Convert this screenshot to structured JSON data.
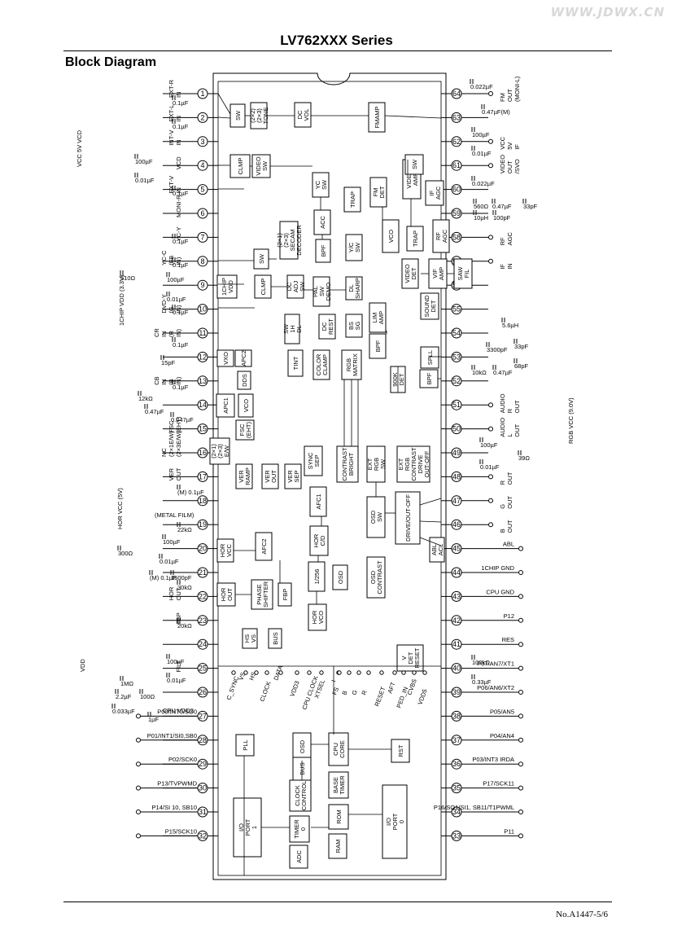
{
  "header": {
    "watermark": "WWW.JDWX.CN",
    "title": "LV762XXX Series",
    "subtitle": "Block Diagram"
  },
  "footer": {
    "page_ref": "No.A1447-5/6"
  },
  "left_pins": [
    {
      "num": "1",
      "label": "EXT-R IN"
    },
    {
      "num": "2",
      "label": "EXT-L IN"
    },
    {
      "num": "3",
      "label": "INT-V IN"
    },
    {
      "num": "4",
      "label": "VCD"
    },
    {
      "num": "5",
      "label": "EXT-V IN"
    },
    {
      "num": "6",
      "label": "MONI-R"
    },
    {
      "num": "7",
      "label": "YC-Y"
    },
    {
      "num": "8",
      "label": "YC-C (FB IN)"
    },
    {
      "num": "9",
      "label": ""
    },
    {
      "num": "10",
      "label": "DVD-Y (G IN)"
    },
    {
      "num": "11",
      "label": "CR IN (R IN)"
    },
    {
      "num": "12",
      "label": ""
    },
    {
      "num": "13",
      "label": "CB IN (B IN)"
    },
    {
      "num": "14",
      "label": ""
    },
    {
      "num": "15",
      "label": "FSC (EHT)"
    },
    {
      "num": "16",
      "label": "NC (2×1E/W) (2×3E/W)"
    },
    {
      "num": "17",
      "label": "VER OUT"
    },
    {
      "num": "18",
      "label": ""
    },
    {
      "num": "19",
      "label": ""
    },
    {
      "num": "20",
      "label": ""
    },
    {
      "num": "21",
      "label": ""
    },
    {
      "num": "22",
      "label": "HOR OUT"
    },
    {
      "num": "23",
      "label": "FBP"
    },
    {
      "num": "24",
      "label": ""
    },
    {
      "num": "25",
      "label": "FILT"
    },
    {
      "num": "26",
      "label": ""
    },
    {
      "num": "27",
      "label": "P00/INT0/SO0"
    },
    {
      "num": "28",
      "label": "P01/INT1/SI0,SB0"
    },
    {
      "num": "29",
      "label": "P02/SCK0"
    },
    {
      "num": "30",
      "label": "P13/TVPWMD"
    },
    {
      "num": "31",
      "label": "P14/SI 10, SB10"
    },
    {
      "num": "32",
      "label": "P15/SCK10"
    }
  ],
  "right_pins": [
    {
      "num": "64",
      "label": "FM OUT (MONI-L)"
    },
    {
      "num": "63",
      "label": ""
    },
    {
      "num": "62",
      "label": "VCC 5V IF"
    },
    {
      "num": "61",
      "label": "VIDEO OUT /SVO"
    },
    {
      "num": "60",
      "label": ""
    },
    {
      "num": "59",
      "label": ""
    },
    {
      "num": "58",
      "label": "RF AGC"
    },
    {
      "num": "57",
      "label": "IF IN"
    },
    {
      "num": "56",
      "label": ""
    },
    {
      "num": "55",
      "label": ""
    },
    {
      "num": "54",
      "label": ""
    },
    {
      "num": "53",
      "label": ""
    },
    {
      "num": "52",
      "label": ""
    },
    {
      "num": "51",
      "label": "AUDIO R OUT"
    },
    {
      "num": "50",
      "label": "AUDIO L OUT"
    },
    {
      "num": "49",
      "label": ""
    },
    {
      "num": "48",
      "label": "R OUT"
    },
    {
      "num": "47",
      "label": "G OUT"
    },
    {
      "num": "46",
      "label": "B OUT"
    },
    {
      "num": "45",
      "label": "ABL"
    },
    {
      "num": "44",
      "label": "1CHIP GND"
    },
    {
      "num": "43",
      "label": "CPU GND"
    },
    {
      "num": "42",
      "label": "P12"
    },
    {
      "num": "41",
      "label": "RES"
    },
    {
      "num": "40",
      "label": "P07/AN7/XT1"
    },
    {
      "num": "39",
      "label": "P06/AN6/XT2"
    },
    {
      "num": "38",
      "label": "P05/AN5"
    },
    {
      "num": "37",
      "label": "P04/AN4"
    },
    {
      "num": "36",
      "label": "P03/INT3 IRDA"
    },
    {
      "num": "35",
      "label": "P17/SCK11"
    },
    {
      "num": "34",
      "label": "P16/SO1/SI1, SB11/T1PWML"
    },
    {
      "num": "33",
      "label": "P11"
    }
  ],
  "external_labels": {
    "vcc5v_vcd": "VCC 5V VCD",
    "onechip_vdd": "1CHIP VDD (3.3V)",
    "hor_vcc": "HOR VCC (5V)",
    "rgb_vcc": "RGB VCC (9.0V)",
    "vdd": "VDD",
    "cpu_vdd2": "CPU VDD2",
    "metal_film": "(METAL FILM)"
  },
  "components": [
    "0.022µF",
    "0.47µF(M)",
    "100µF",
    "0.01µF",
    "0.022µF",
    "560Ω",
    "0.47µF",
    "33pF",
    "10µH",
    "100pF",
    "5.6µH",
    "3300pF",
    "33pF",
    "10kΩ",
    "0.47µF",
    "68pF",
    "100µF",
    "0.01µF",
    "39Ω",
    "100kΩ",
    "0.33µF",
    "0.1µF",
    "0.1µF",
    "0.1µF",
    "100µF",
    "0.01µF",
    "0.1µF",
    "0.1µF",
    "0.1µF",
    "510Ω",
    "100µF",
    "0.01µF",
    "0.1µF",
    "15pF",
    "0.1µF",
    "12kΩ",
    "0.47µF",
    "0.047µF",
    "(M) 0.1µF",
    "22kΩ",
    "100µF",
    "300Ω",
    "0.01µF",
    "1500pF",
    "(M) 0.1µF",
    "30kΩ",
    "20kΩ",
    "100µF",
    "0.01µF",
    "1MΩ",
    "2.2µF",
    "100Ω",
    "0.033µF",
    "1µF"
  ],
  "blocks": [
    {
      "label": "SW"
    },
    {
      "label": "(2×2) (2×3) TONE"
    },
    {
      "label": "DC VOL"
    },
    {
      "label": "FMAMP"
    },
    {
      "label": "CLMP"
    },
    {
      "label": "VIDEO SW"
    },
    {
      "label": "YC SW"
    },
    {
      "label": "TRAP"
    },
    {
      "label": "(2×1) (2×3) SECAM DECODER"
    },
    {
      "label": "ACC"
    },
    {
      "label": "BPF"
    },
    {
      "label": "Y/C SW"
    },
    {
      "label": "SW"
    },
    {
      "label": "1CHIP VDD"
    },
    {
      "label": "CLMP"
    },
    {
      "label": "DC ADJ SW"
    },
    {
      "label": "PAL SW DEMO"
    },
    {
      "label": "DL SHARP"
    },
    {
      "label": "SW 1H DL"
    },
    {
      "label": "DC REST"
    },
    {
      "label": "BS SG"
    },
    {
      "label": "TINT"
    },
    {
      "label": "COLOR CLAMP"
    },
    {
      "label": "RGB MATRIX"
    },
    {
      "label": "VXO"
    },
    {
      "label": "APC2"
    },
    {
      "label": "DDS"
    },
    {
      "label": "APC1"
    },
    {
      "label": "VCO"
    },
    {
      "label": "FSC (EHT)"
    },
    {
      "label": "(2×1) (2×3) E/W"
    },
    {
      "label": "VER RAMP"
    },
    {
      "label": "VER OUT"
    },
    {
      "label": "VER SEP"
    },
    {
      "label": "SYNC SEP"
    },
    {
      "label": "CONTRAST BRIGHT"
    },
    {
      "label": "EXT RGB SW"
    },
    {
      "label": "EXT RGB CONTRAST DRIVE OUT-OFF"
    },
    {
      "label": "AFC1"
    },
    {
      "label": "HOR C/D"
    },
    {
      "label": "OSD SW"
    },
    {
      "label": "DRIVE/OUT-OFF"
    },
    {
      "label": "AFC2"
    },
    {
      "label": "HOR VCC"
    },
    {
      "label": "HOR OUT"
    },
    {
      "label": "PHASE SHIFTER"
    },
    {
      "label": "FBP"
    },
    {
      "label": "1/256"
    },
    {
      "label": "OSD"
    },
    {
      "label": "OSD CONTRAST"
    },
    {
      "label": "HOR VCO"
    },
    {
      "label": "FM DET"
    },
    {
      "label": "VIDEO AMP"
    },
    {
      "label": "SW"
    },
    {
      "label": "IF AGC"
    },
    {
      "label": "VCO"
    },
    {
      "label": "TRAP"
    },
    {
      "label": "RF AGC"
    },
    {
      "label": "VIDEO DET"
    },
    {
      "label": "VIF AMP"
    },
    {
      "label": "SAW FIL"
    },
    {
      "label": "SOUND DET"
    },
    {
      "label": "LIM AMP"
    },
    {
      "label": "BPF"
    },
    {
      "label": "SPLL"
    },
    {
      "label": "900K DET"
    },
    {
      "label": "BPF"
    },
    {
      "label": "ABL ACL"
    },
    {
      "label": "HS VS"
    },
    {
      "label": "BUS"
    },
    {
      "label": "V DET RESET"
    },
    {
      "label": "PLL"
    },
    {
      "label": "OSD"
    },
    {
      "label": "CPU CORE"
    },
    {
      "label": "RST"
    },
    {
      "label": "BUS"
    },
    {
      "label": "CLOCK CONTROL"
    },
    {
      "label": "BASE TIMER"
    },
    {
      "label": "TIMER 0"
    },
    {
      "label": "ROM"
    },
    {
      "label": "I/O PORT 1"
    },
    {
      "label": "ADC"
    },
    {
      "label": "RAM"
    },
    {
      "label": "I/O PORT 0"
    }
  ],
  "bus_labels": [
    "C_SYNC",
    "VS",
    "HS",
    "CLOCK",
    "DATA",
    "VDD3",
    "CPU CLOCK",
    "XTSEL",
    "I",
    "FS",
    "B",
    "G",
    "R",
    "RESET",
    "AFT",
    "PED_IN",
    "CVBS",
    "VDD5"
  ]
}
